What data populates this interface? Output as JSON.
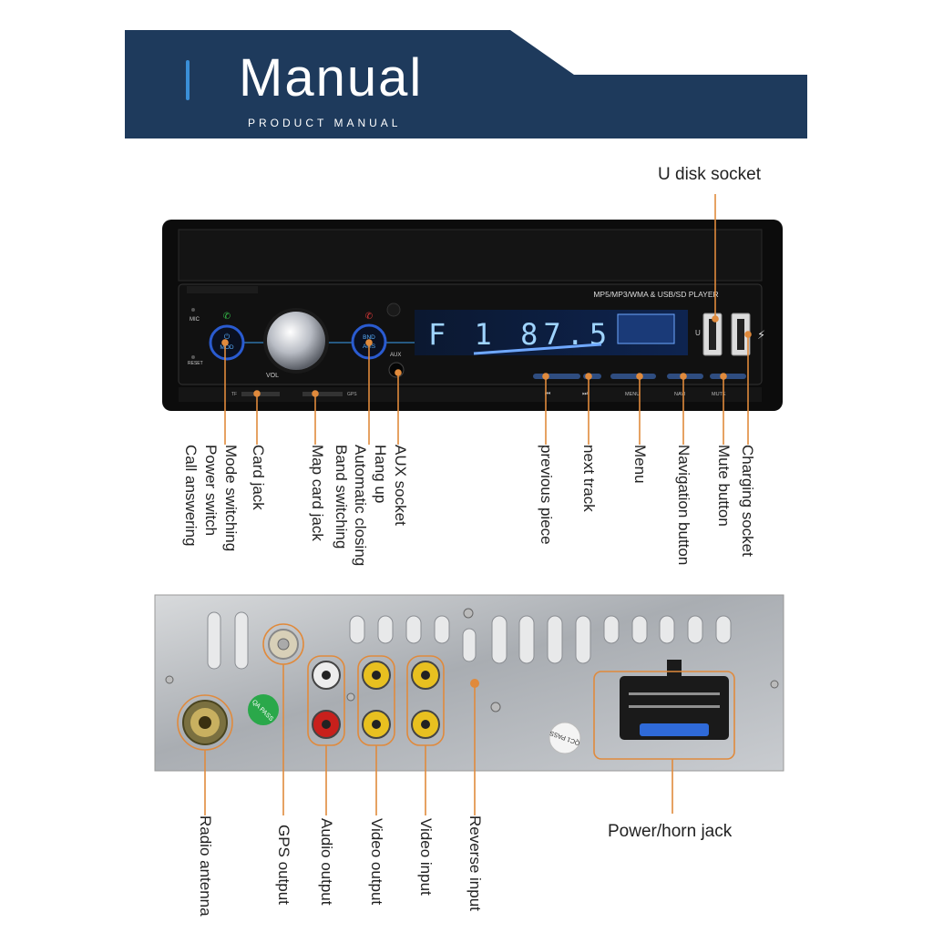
{
  "banner": {
    "title": "Manual",
    "subtitle": "PRODUCT MANUAL"
  },
  "device_front": {
    "player_label": "MP5/MP3/WMA & USB/SD PLAYER",
    "display_text": "F 1  87.5",
    "mic_label": "MIC",
    "reset_label": "RESET",
    "vol_label": "VOL",
    "aux_label": "AUX",
    "tf_label": "TF",
    "gps_label": "GPS",
    "mod_label": "MOD",
    "bnd_label": "BND",
    "ams_label": "AMS",
    "u_label": "U",
    "menu_label": "MENU",
    "navi_label": "NAVI",
    "mute_label": "MUTE",
    "prev_symbol": "⏮",
    "next_symbol": "⏭"
  },
  "front_callouts": {
    "u_disk_socket": "U disk socket",
    "call_answering": "Call answering",
    "power_switch": "Power switch",
    "mode_switching": "Mode switching",
    "card_jack": "Card jack",
    "map_card_jack": "Map card jack",
    "band_switching": "Band switching",
    "automatic_closing": "Automatic closing",
    "hang_up": "Hang up",
    "aux_socket": "AUX socket",
    "previous_piece": "previous piece",
    "next_track": "next track",
    "menu": "Menu",
    "navigation_button": "Navigation button",
    "mute_button": "Mute button",
    "charging_socket": "Charging socket"
  },
  "device_back": {
    "qa_badge": "QA PASS",
    "qc_badge": "QC1 PASS"
  },
  "back_callouts": {
    "radio_antenna": "Radio antenna",
    "gps_output": "GPS output",
    "audio_output": "Audio output",
    "video_output": "Video output",
    "video_input": "Video input",
    "reverse_input": "Reverse input",
    "power_horn_jack": "Power/horn jack"
  },
  "colors": {
    "banner": "#1e3a5c",
    "callout": "#e08a3c",
    "accent_blue": "#3a8fd8",
    "button_blue": "#2a5bd0",
    "rca_yellow": "#e8c020",
    "rca_red": "#c8201c",
    "qa_green": "#2aa84a"
  }
}
